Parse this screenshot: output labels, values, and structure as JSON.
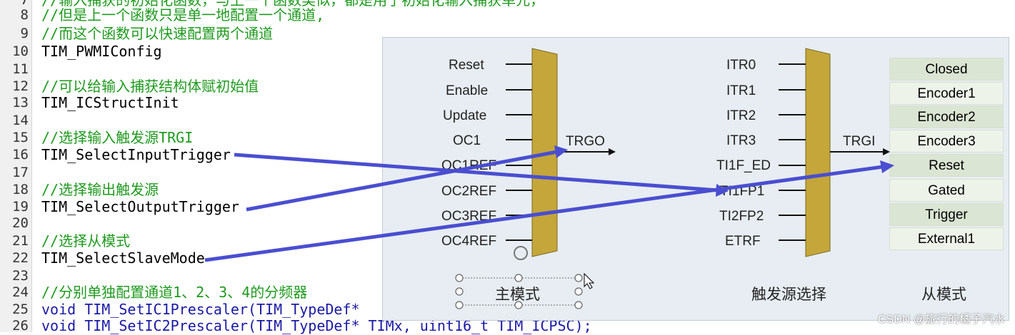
{
  "code": {
    "line_numbers": [
      "8",
      "9",
      "10",
      "11",
      "12",
      "13",
      "14",
      "15",
      "16",
      "17",
      "18",
      "19",
      "20",
      "21",
      "22",
      "23",
      "24",
      "25",
      "26"
    ],
    "top_partial": "//输入捕获的初始化函数，与上一个函数类似，都是用于初始化输入捕获单元，",
    "lines": [
      {
        "text": "//但是上一个函数只是单一地配置一个通道,",
        "kind": "comment"
      },
      {
        "text": "//而这个函数可以快速配置两个通道",
        "kind": "comment"
      },
      {
        "text": "TIM_PWMIConfig",
        "kind": "code"
      },
      {
        "text": "",
        "kind": "code"
      },
      {
        "text": "//可以给输入捕获结构体赋初始值",
        "kind": "comment"
      },
      {
        "text": "TIM_ICStructInit",
        "kind": "code"
      },
      {
        "text": "",
        "kind": "code"
      },
      {
        "text": "//选择输入触发源TRGI",
        "kind": "comment"
      },
      {
        "text": "TIM_SelectInputTrigger",
        "kind": "code"
      },
      {
        "text": "",
        "kind": "code"
      },
      {
        "text": "//选择输出触发源",
        "kind": "comment"
      },
      {
        "text": "TIM_SelectOutputTrigger",
        "kind": "code"
      },
      {
        "text": "",
        "kind": "code"
      },
      {
        "text": "//选择从模式",
        "kind": "comment"
      },
      {
        "text": "TIM_SelectSlaveMode",
        "kind": "code"
      },
      {
        "text": "",
        "kind": "code"
      },
      {
        "text": "//分别单独配置通道1、2、3、4的分频器",
        "kind": "comment"
      },
      {
        "text": "void TIM_SetIC1Prescaler(TIM_TypeDef*",
        "kind": "code"
      },
      {
        "text": "void TIM_SetIC2Prescaler(TIM_TypeDef* TIMx, uint16_t TIM_ICPSC);",
        "kind": "code"
      }
    ]
  },
  "diagram": {
    "master_inputs": [
      "Reset",
      "Enable",
      "Update",
      "OC1",
      "OC1REF",
      "OC2REF",
      "OC3REF",
      "OC4REF"
    ],
    "master_output": "TRGO",
    "master_caption": "主模式",
    "trigger_inputs": [
      "ITR0",
      "ITR1",
      "ITR2",
      "ITR3",
      "TI1F_ED",
      "TI1FP1",
      "TI2FP2",
      "ETRF"
    ],
    "trigger_output": "TRGI",
    "trigger_caption": "触发源选择",
    "slave_modes": [
      "Closed",
      "Encoder1",
      "Encoder2",
      "Encoder3",
      "Reset",
      "Gated",
      "Trigger",
      "External1"
    ],
    "slave_caption": "从模式",
    "mux_color": "#c4a63a",
    "arrow_color": "#4a4ed0"
  },
  "watermark": "CSDN @旅行的橘子汽水"
}
